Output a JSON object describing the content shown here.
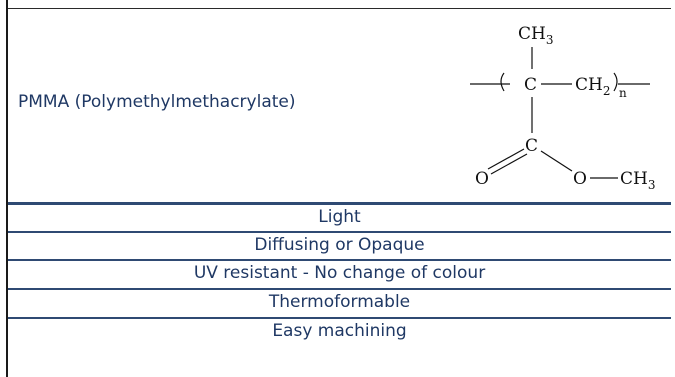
{
  "material": {
    "name": "PMMA (Polymethylmethacrylate)"
  },
  "structure": {
    "top_group": "CH",
    "top_group_sub": "3",
    "backbone_carbon": "C",
    "backbone_ch2": "CH",
    "backbone_ch2_sub": "2",
    "repeat_index": "n",
    "carbonyl_carbon": "C",
    "carbonyl_oxygen": "O",
    "ester_oxygen": "O",
    "ester_group": "CH",
    "ester_group_sub": "3"
  },
  "properties": [
    "Light",
    "Diffusing or Opaque",
    "UV resistant - No change of colour",
    "Thermoformable",
    "Easy machining"
  ],
  "colors": {
    "text": "#1f3864",
    "row_border": "#2f4a73"
  }
}
